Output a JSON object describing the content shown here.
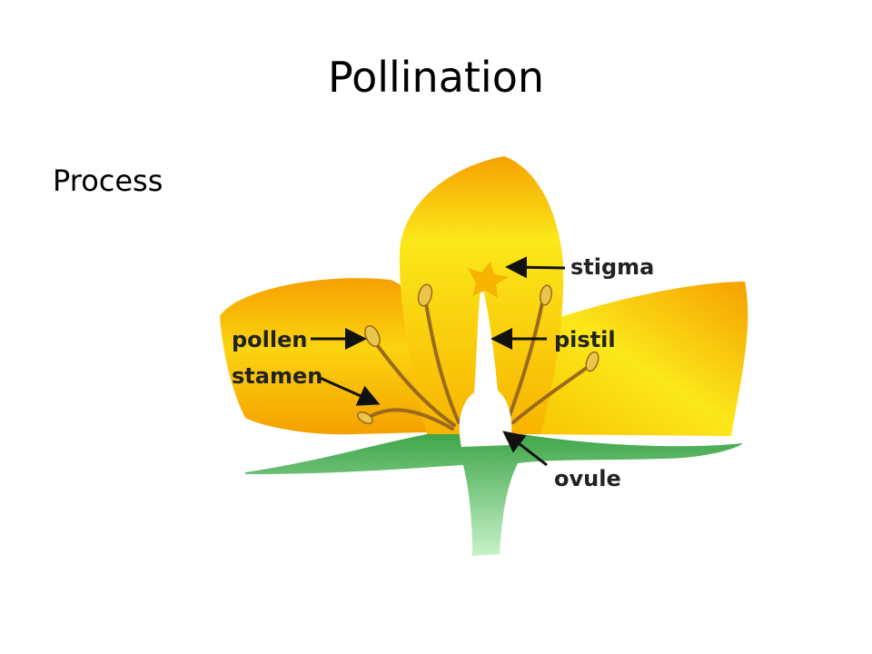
{
  "slide": {
    "title": "Pollination",
    "bullet": "Process"
  },
  "diagram": {
    "labels": {
      "stigma": "stigma",
      "pollen": "pollen",
      "pistil": "pistil",
      "stamen": "stamen",
      "ovule": "ovule"
    },
    "colors": {
      "petal_light": "#f8ef10",
      "petal_dark": "#f6a000",
      "stem": "#3fa64a",
      "stem_light": "#c7f2c8",
      "pistil": "#ffffff",
      "anther": "#e9c64a",
      "filament": "#9a6a1c",
      "arrow": "#111111"
    }
  }
}
